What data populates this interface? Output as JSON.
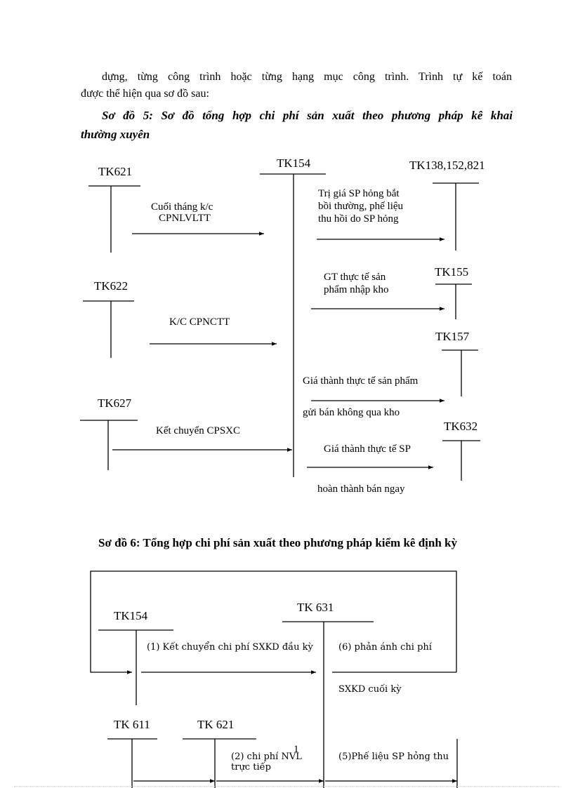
{
  "paragraph": {
    "line1": "dựng, từng công trình hoặc từng hạng mục công trình. Trình tự kế toán",
    "line2": "được thể hiện qua sơ đồ sau:"
  },
  "diagram5": {
    "caption_line1": "Sơ đồ 5: Sơ đồ tổng hợp chi phí sản xuất theo phương pháp kê khai",
    "caption_line2": "thường xuyên",
    "accounts": {
      "tk621": "TK621",
      "tk622": "TK622",
      "tk627": "TK627",
      "tk154": "TK154",
      "tk138": "TK138,152,821",
      "tk155": "TK155",
      "tk157": "TK157",
      "tk632": "TK632"
    },
    "labels": {
      "a1_l1": "Cuối tháng k/c",
      "a1_l2": "CPNLVLTT",
      "a2": "K/C CPNCTT",
      "a3": "Kết chuyển  CPSXC",
      "b1_l1": "Trị giá SP hỏng bắt",
      "b1_l2": "bồi thường,   phế liệu",
      "b1_l3": "thu hồi do SP hỏng",
      "b2_l1": "GT thực tế sản",
      "b2_l2": "phẩm nhập kho",
      "b3_l1": "Giá thành thực tế sản phẩm",
      "b3_l2": "gửi bán không qua kho",
      "b4_l1": "Giá thành thực tế SP",
      "b4_l2": "hoàn thành bán ngay"
    }
  },
  "diagram6": {
    "caption": "Sơ đồ 6: Tổng hợp chi phí sản xuất theo phương pháp kiểm kê định kỳ",
    "accounts": {
      "tk154": "TK154",
      "tk631": "TK 631",
      "tk611": "TK 611",
      "tk621": "TK 621"
    },
    "labels": {
      "s1": "(1) Kết chuyển chi phí SXKD đầu kỳ",
      "s6_l1": "(6) phản ánh chi phí",
      "s6_l2": "SXKD cuối kỳ",
      "s2_l1": "(2) chi phí NVL",
      "s2_l2": "trực tiếp",
      "s5": "(5)Phế liệu SP hỏng thu"
    }
  },
  "page_number": "1"
}
